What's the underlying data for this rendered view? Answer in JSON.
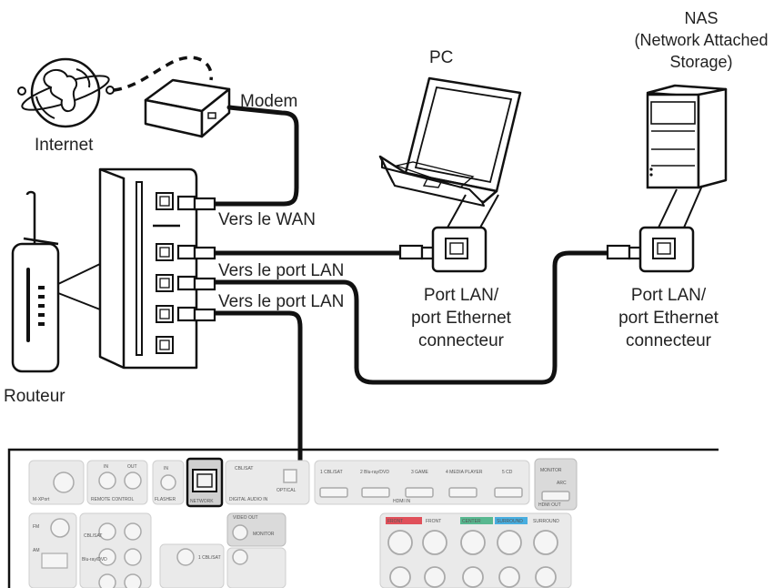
{
  "labels": {
    "internet": "Internet",
    "modem": "Modem",
    "pc": "PC",
    "nas_line1": "NAS",
    "nas_line2": "(Network Attached",
    "nas_line3": "Storage)",
    "router": "Routeur",
    "wan": "Vers le WAN",
    "lan1": "Vers le port LAN",
    "lan2": "Vers le port LAN",
    "pc_port_line1": "Port LAN/",
    "pc_port_line2": "port Ethernet",
    "pc_port_line3": "connecteur",
    "nas_port_line1": "Port LAN/",
    "nas_port_line2": "port Ethernet",
    "nas_port_line3": "connecteur"
  },
  "panel": {
    "jack_labels": [
      "M-XPort",
      "REMOTE CONTROL",
      "FLASHER",
      "NETWORK",
      "DIGITAL AUDIO IN",
      "HDMI IN",
      "HDMI OUT"
    ],
    "hdmi_inputs": [
      "1 CBL/SAT",
      "2 Blu-ray/DVD",
      "3 GAME",
      "4 MEDIA PLAYER",
      "5 CD"
    ],
    "small_labels": [
      "IN",
      "OUT",
      "IN",
      "CBL/SAT",
      "OPTICAL",
      "MONITOR",
      "ARC",
      "VIDEO OUT",
      "MONITOR",
      "FM",
      "AM",
      "CBL/SAT",
      "Blu-ray/DVD",
      "1 CBL/SAT"
    ],
    "speaker_labels": [
      "FRONT",
      "FRONT",
      "CENTER",
      "SURROUND",
      "SURROUND"
    ]
  },
  "colors": {
    "line": "#111111",
    "device_fill": "#ffffff",
    "panel_fill": "#e9e9e9",
    "front_red": "#e0505a",
    "center_green": "#58b890",
    "surround_blue": "#48aee0"
  }
}
